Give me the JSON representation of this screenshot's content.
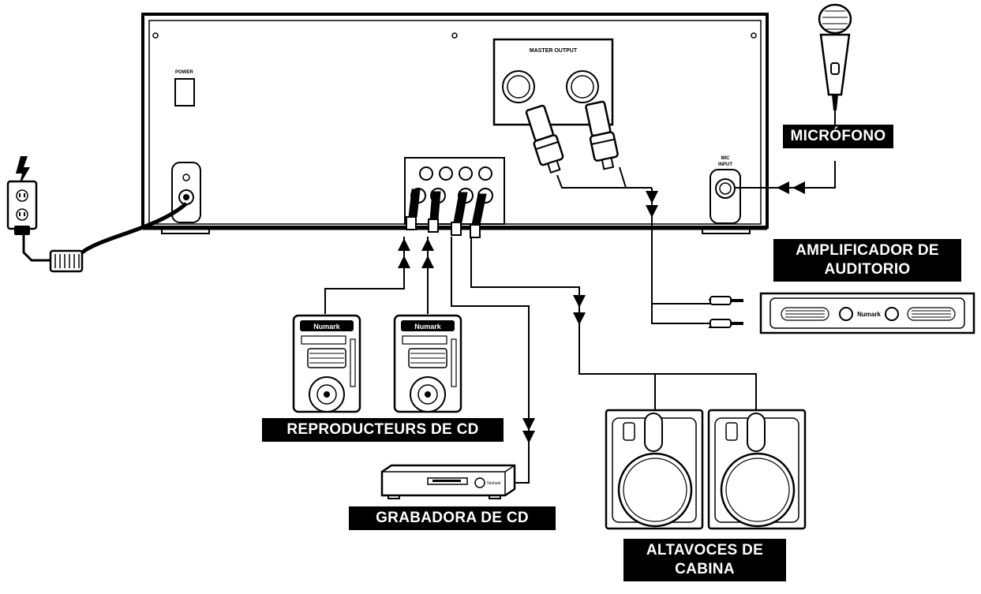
{
  "panel": {
    "power_label": "POWER",
    "master_output_label": "MASTER OUTPUT",
    "mic_input_label": [
      "MIC",
      "INPUT"
    ]
  },
  "labels": {
    "microphone": "MICRÓFONO",
    "amplifier": [
      "AMPLIFICADOR DE",
      "AUDITORIO"
    ],
    "cd_players": "REPRODUCTEURS DE CD",
    "cd_recorder": "GRABADORA DE CD",
    "booth_speakers": [
      "ALTAVOCES DE",
      "CABINA"
    ]
  },
  "device_text": {
    "cd_player_brand": "Numark",
    "amplifier_brand": "Numark",
    "recorder_brand": "Numark"
  },
  "colors": {
    "line": "#000000",
    "label_bg": "#000000",
    "label_fg": "#ffffff"
  }
}
